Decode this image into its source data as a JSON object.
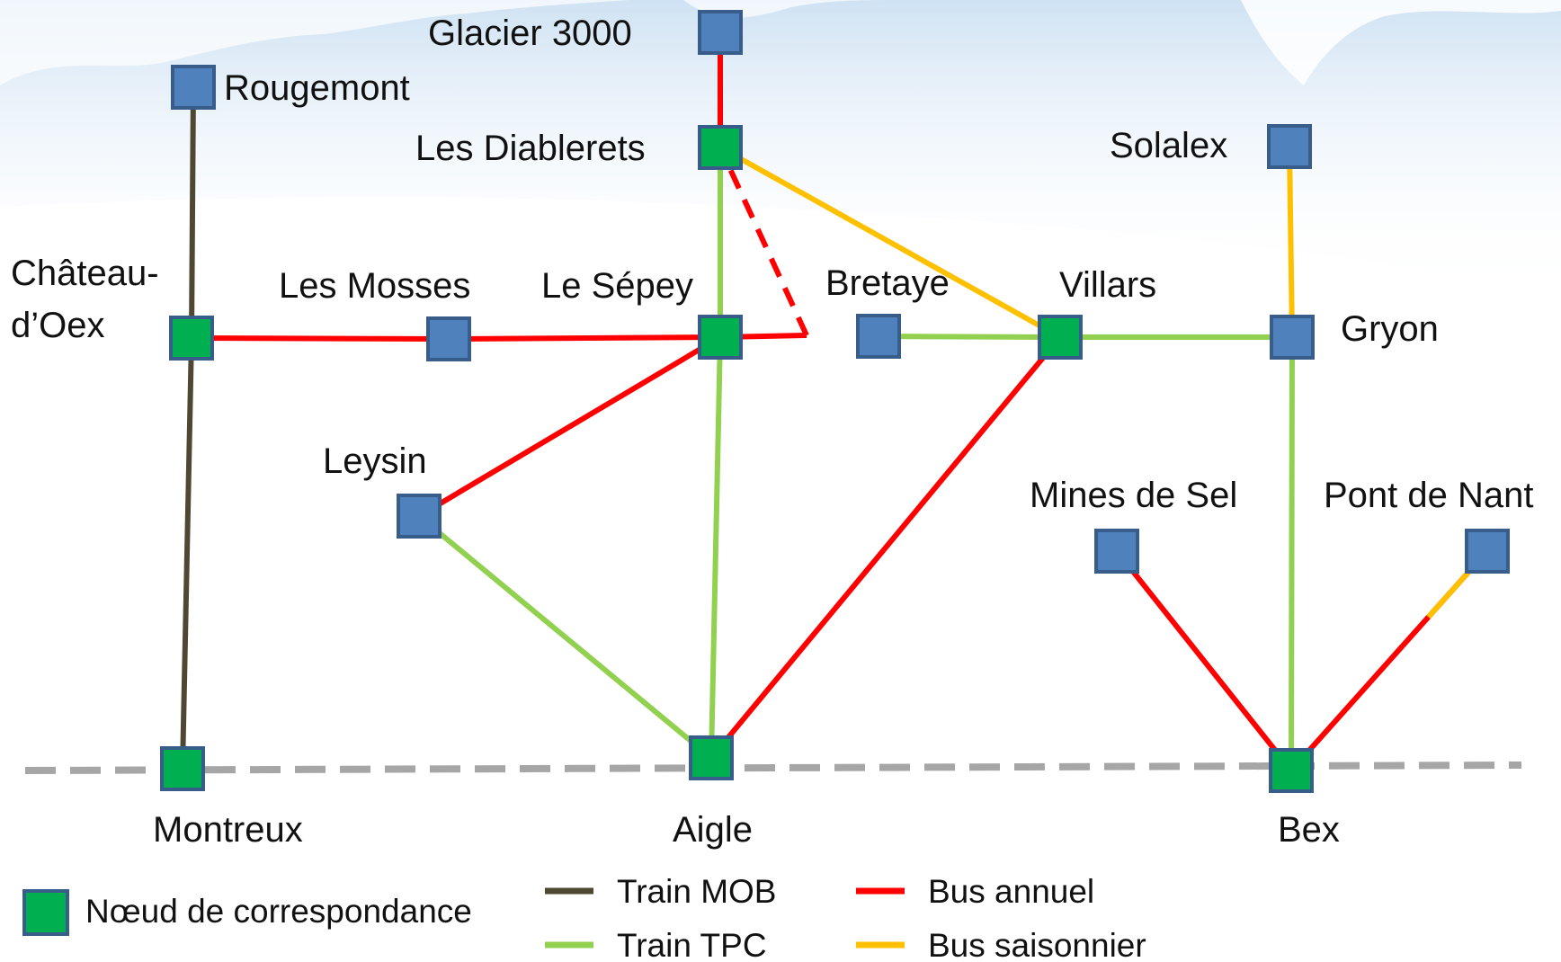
{
  "colors": {
    "train_mob": "#4e4832",
    "train_tpc": "#92d050",
    "bus_annual": "#ff0000",
    "bus_seasonal": "#ffc000",
    "node_stop": "#4f81bd",
    "node_hub": "#00b050",
    "node_border": "#385d8a",
    "baseline": "#a6a6a6"
  },
  "stations": [
    {
      "id": "glacier",
      "label": "Glacier 3000",
      "type": "stop"
    },
    {
      "id": "rougemont",
      "label": "Rougemont",
      "type": "stop"
    },
    {
      "id": "diablerets",
      "label": "Les Diablerets",
      "type": "hub"
    },
    {
      "id": "solalex",
      "label": "Solalex",
      "type": "stop"
    },
    {
      "id": "chateau",
      "label_lines": [
        "Château-",
        "d’Oex"
      ],
      "type": "hub"
    },
    {
      "id": "mosses",
      "label": "Les Mosses",
      "type": "stop"
    },
    {
      "id": "sepey",
      "label": "Le Sépey",
      "type": "hub"
    },
    {
      "id": "bretaye",
      "label": "Bretaye",
      "type": "stop"
    },
    {
      "id": "villars",
      "label": "Villars",
      "type": "hub"
    },
    {
      "id": "gryon",
      "label": "Gryon",
      "type": "stop"
    },
    {
      "id": "leysin",
      "label": "Leysin",
      "type": "stop"
    },
    {
      "id": "mines",
      "label": "Mines de Sel",
      "type": "stop"
    },
    {
      "id": "pontnant",
      "label": "Pont de Nant",
      "type": "stop"
    },
    {
      "id": "montreux",
      "label": "Montreux",
      "type": "hub"
    },
    {
      "id": "aigle",
      "label": "Aigle",
      "type": "hub"
    },
    {
      "id": "bex",
      "label": "Bex",
      "type": "hub"
    }
  ],
  "links": [
    {
      "from": "rougemont",
      "to": "chateau",
      "kind": "train_mob"
    },
    {
      "from": "chateau",
      "to": "montreux",
      "kind": "train_mob"
    },
    {
      "from": "glacier",
      "to": "diablerets",
      "kind": "bus_annual"
    },
    {
      "from": "diablerets",
      "to": "sepey",
      "kind": "train_tpc"
    },
    {
      "from": "diablerets",
      "to": "villars",
      "kind": "bus_seasonal"
    },
    {
      "from": "chateau",
      "to": "mosses",
      "kind": "bus_annual"
    },
    {
      "from": "mosses",
      "to": "sepey",
      "kind": "bus_annual"
    },
    {
      "from": "sepey",
      "to": "leysin",
      "kind": "bus_annual"
    },
    {
      "from": "leysin",
      "to": "aigle",
      "kind": "train_tpc"
    },
    {
      "from": "sepey",
      "to": "aigle",
      "kind": "train_tpc"
    },
    {
      "from": "aigle",
      "to": "villars",
      "kind": "bus_annual"
    },
    {
      "from": "bretaye",
      "to": "villars",
      "kind": "train_tpc"
    },
    {
      "from": "villars",
      "to": "gryon",
      "kind": "train_tpc"
    },
    {
      "from": "solalex",
      "to": "gryon",
      "kind": "bus_seasonal"
    },
    {
      "from": "gryon",
      "to": "bex",
      "kind": "train_tpc"
    },
    {
      "from": "mines",
      "to": "bex",
      "kind": "bus_annual"
    },
    {
      "from": "pontnant",
      "to": "bex",
      "kind": "bus_annual",
      "partly_seasonal": true
    }
  ],
  "legend": {
    "node": "Nœud de correspondance",
    "train_mob": "Train MOB",
    "train_tpc": "Train TPC",
    "bus_annual": "Bus annuel",
    "bus_seasonal": "Bus saisonnier"
  }
}
